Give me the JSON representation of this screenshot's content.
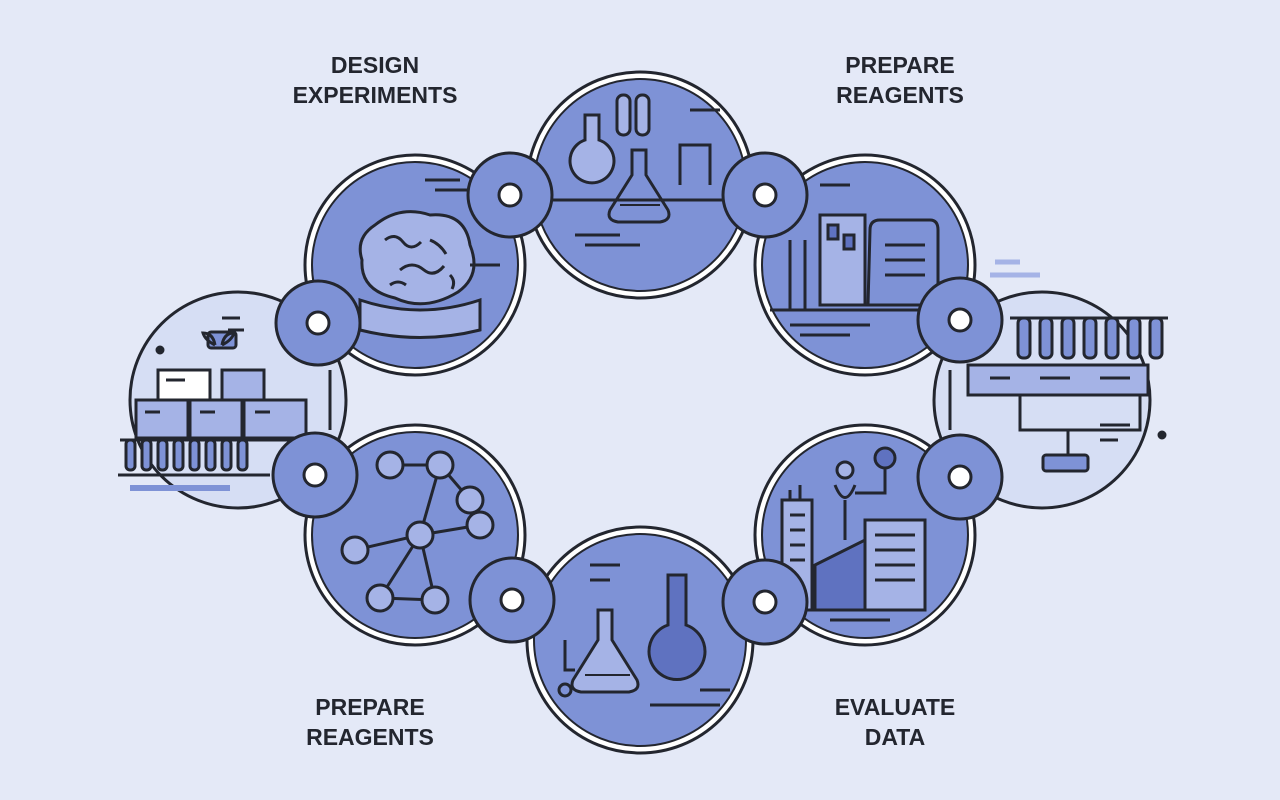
{
  "stages": [
    {
      "id": "design",
      "line1": "DESIGN",
      "line2": "EXPERIMENTS"
    },
    {
      "id": "prepare-top",
      "line1": "PREPARE",
      "line2": "REAGENTS"
    },
    {
      "id": "prepare-bottom",
      "line1": "PREPARE",
      "line2": "REAGENTS"
    },
    {
      "id": "evaluate",
      "line1": "EVALUATE",
      "line2": "DATA"
    }
  ],
  "colors": {
    "background": "#e4e9f7",
    "fill": "#7e92d6",
    "fill_light": "#a5b3e6",
    "fill_dark": "#5f72c0",
    "stroke": "#23262f",
    "node_hole": "#ffffff"
  },
  "icons": [
    "amoeba-cell-icon",
    "flask-lab-icon",
    "lab-equipment-icon",
    "test-tube-rack-icon",
    "data-buildings-icon",
    "flasks-icon",
    "molecule-network-icon",
    "seedling-crates-icon"
  ]
}
